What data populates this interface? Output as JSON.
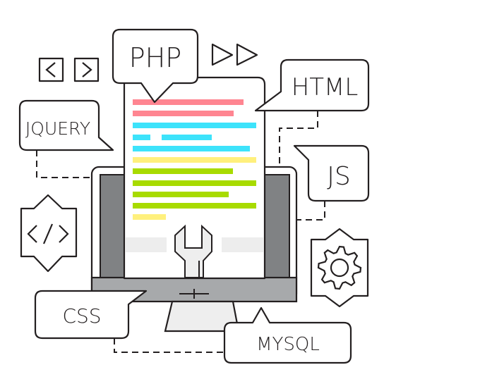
{
  "labels": {
    "php": "PHP",
    "html": "HTML",
    "jquery": "JQUERY",
    "js": "JS",
    "css": "CSS",
    "mysql": "MYSQL"
  },
  "colors": {
    "pink": "#ff8591",
    "cyan": "#3de3fb",
    "yellow": "#fff07d",
    "green": "#a8db00",
    "screen_gray": "#808284",
    "bezel_gray": "#a7a9ab",
    "outline": "#231f20"
  },
  "icons": [
    "chevron-left-icon",
    "chevron-right-icon",
    "fast-forward-icon",
    "code-icon",
    "gear-icon",
    "wrench-icon",
    "monitor-icon"
  ]
}
